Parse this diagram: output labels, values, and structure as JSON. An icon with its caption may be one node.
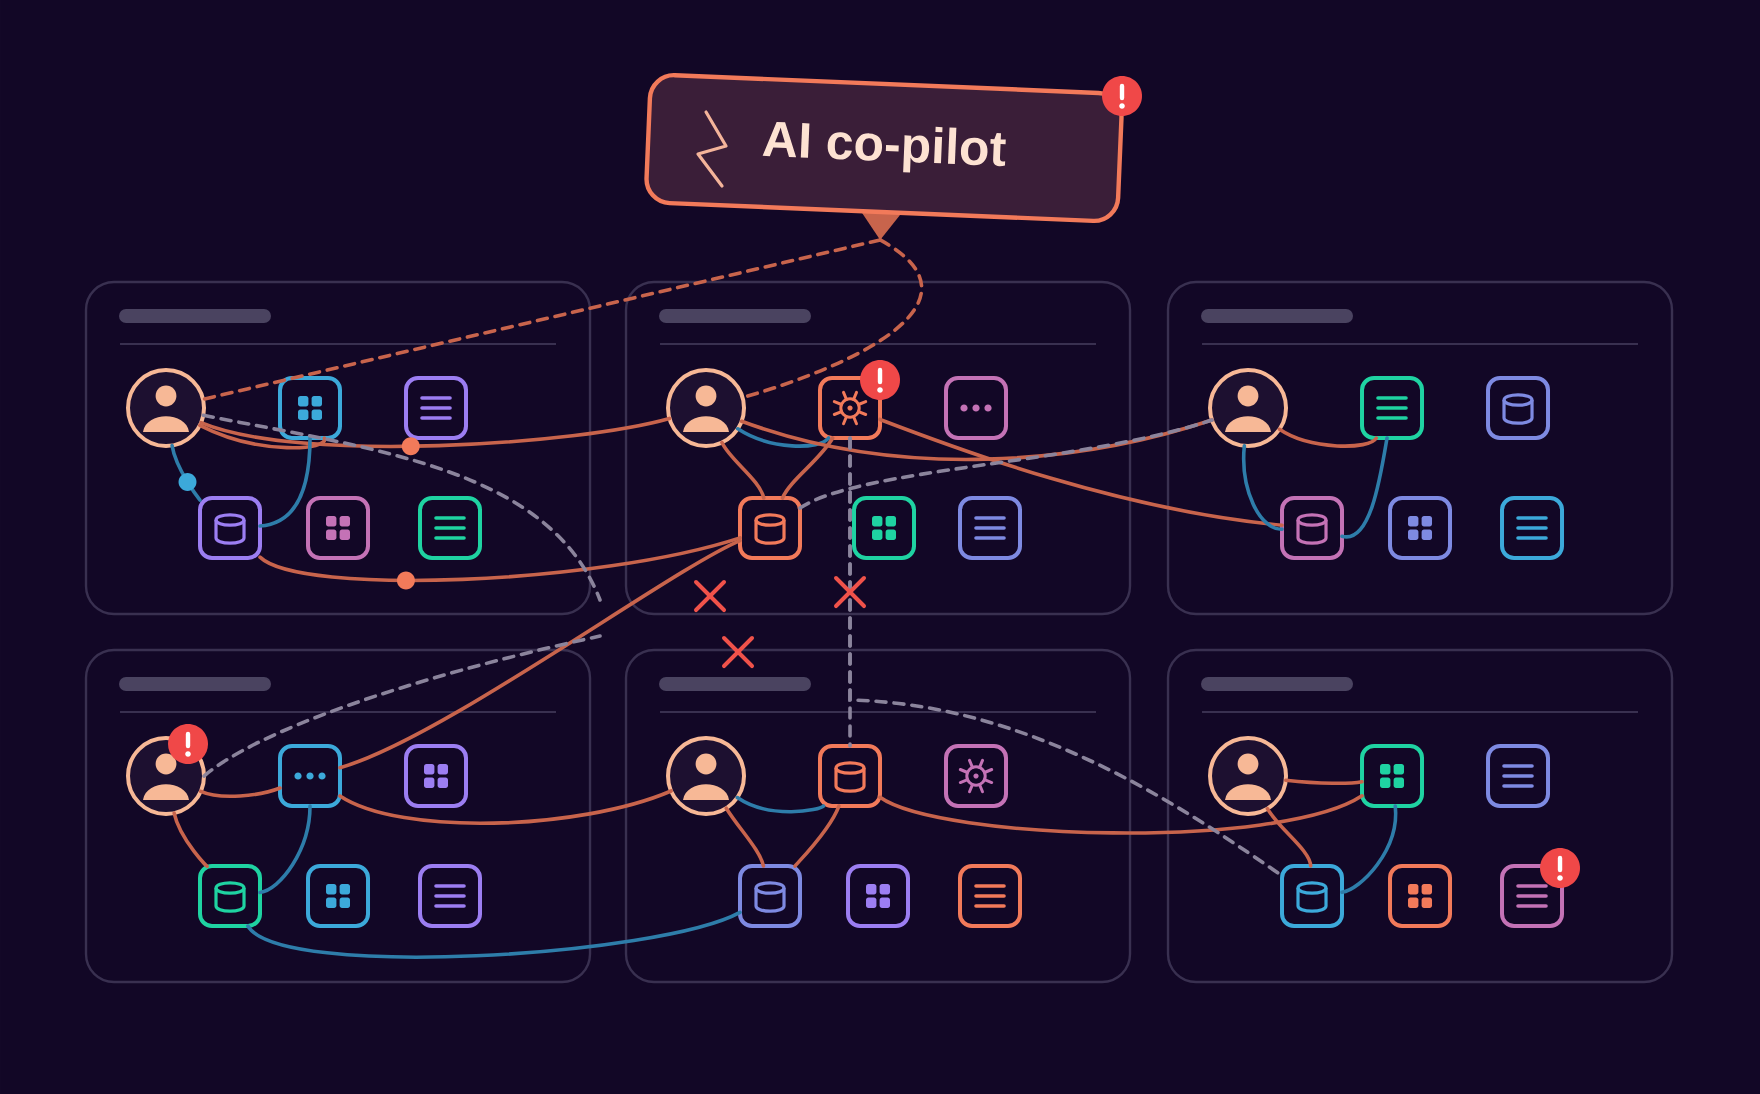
{
  "diagram": {
    "nodes": [
      {
        "text": [
          "AI co-pilot"
        ]
      },
      {
        "text": [],
        "shape": "box"
      },
      {
        "text": [],
        "shape": "person",
        "in": 1
      },
      {
        "text": [],
        "shape": "box",
        "in": 1
      },
      {
        "text": [],
        "shape": "box",
        "in": 1
      },
      {
        "text": [],
        "shape": "box",
        "in": 1
      },
      {
        "text": [],
        "shape": "box",
        "in": 1
      },
      {
        "text": [],
        "shape": "box",
        "in": 1
      },
      {
        "text": [],
        "shape": "box"
      },
      {
        "text": [],
        "shape": "person",
        "in": 8
      },
      {
        "text": [],
        "shape": "box",
        "in": 8
      },
      {
        "text": [],
        "shape": "box",
        "in": 8
      },
      {
        "text": [],
        "shape": "box",
        "in": 8
      },
      {
        "text": [],
        "shape": "box",
        "in": 8
      },
      {
        "text": [],
        "shape": "box",
        "in": 8
      },
      {
        "text": [],
        "shape": "box"
      },
      {
        "text": [],
        "shape": "person",
        "in": 15
      },
      {
        "text": [],
        "shape": "box",
        "in": 15
      },
      {
        "text": [],
        "shape": "box",
        "in": 15
      },
      {
        "text": [],
        "shape": "box",
        "in": 15
      },
      {
        "text": [],
        "shape": "box",
        "in": 15
      },
      {
        "text": [],
        "shape": "box",
        "in": 15
      },
      {
        "text": [],
        "shape": "box"
      },
      {
        "text": [],
        "shape": "person",
        "in": 22
      },
      {
        "text": [],
        "shape": "box",
        "in": 22
      },
      {
        "text": [],
        "shape": "box",
        "in": 22
      },
      {
        "text": [],
        "shape": "box",
        "in": 22
      },
      {
        "text": [],
        "shape": "box",
        "in": 22
      },
      {
        "text": [],
        "shape": "box",
        "in": 22
      },
      {
        "text": [],
        "shape": "box"
      },
      {
        "text": [],
        "shape": "person",
        "in": 29
      },
      {
        "text": [],
        "shape": "box",
        "in": 29
      },
      {
        "text": [],
        "shape": "box",
        "in": 29
      },
      {
        "text": [],
        "shape": "box",
        "in": 29
      },
      {
        "text": [],
        "shape": "box",
        "in": 29
      },
      {
        "text": [],
        "shape": "box",
        "in": 29
      },
      {
        "text": [],
        "shape": "box"
      },
      {
        "text": [],
        "shape": "person",
        "in": 36
      },
      {
        "text": [],
        "shape": "box",
        "in": 36
      },
      {
        "text": [],
        "shape": "box",
        "in": 36
      },
      {
        "text": [],
        "shape": "box",
        "in": 36
      },
      {
        "text": [],
        "shape": "box",
        "in": 36
      },
      {
        "text": [],
        "shape": "box",
        "in": 36
      }
    ],
    "edges": [
      {
        "from": 0,
        "to": 2,
        "arrow": "none",
        "style": "dashed"
      },
      {
        "from": 0,
        "to": 9,
        "arrow": "none",
        "style": "dashed"
      },
      {
        "from": 2,
        "to": 3,
        "arrow": "none"
      },
      {
        "from": 2,
        "to": 9,
        "arrow": "none"
      },
      {
        "from": 5,
        "to": 12,
        "arrow": "none"
      },
      {
        "from": 24,
        "to": 12,
        "arrow": "none"
      },
      {
        "from": 2,
        "to": 5,
        "arrow": "none",
        "color": "#2e7daa"
      },
      {
        "from": 3,
        "to": 5,
        "arrow": "none",
        "color": "#2e7daa"
      },
      {
        "from": 9,
        "to": 10,
        "arrow": "none",
        "color": "#2e7daa"
      },
      {
        "from": 9,
        "to": 12,
        "arrow": "none"
      },
      {
        "from": 10,
        "to": 12,
        "arrow": "none"
      },
      {
        "from": 9,
        "to": 16,
        "arrow": "none"
      },
      {
        "from": 10,
        "to": 19,
        "arrow": "none"
      },
      {
        "from": 16,
        "to": 17,
        "arrow": "none"
      },
      {
        "from": 16,
        "to": 19,
        "arrow": "none",
        "color": "#2e7daa"
      },
      {
        "from": 19,
        "to": 17,
        "arrow": "none",
        "color": "#2e7daa"
      },
      {
        "from": 23,
        "to": 24,
        "arrow": "none"
      },
      {
        "from": 24,
        "to": 30,
        "arrow": "none"
      },
      {
        "from": 23,
        "to": 26,
        "arrow": "none"
      },
      {
        "from": 24,
        "to": 26,
        "arrow": "none",
        "color": "#2e7daa"
      },
      {
        "from": 26,
        "to": 33,
        "arrow": "none",
        "color": "#2e7daa"
      },
      {
        "from": 30,
        "to": 31,
        "arrow": "none",
        "color": "#2e7daa"
      },
      {
        "from": 30,
        "to": 33,
        "arrow": "none"
      },
      {
        "from": 31,
        "to": 33,
        "arrow": "none"
      },
      {
        "from": 31,
        "to": 38,
        "arrow": "none"
      },
      {
        "from": 37,
        "to": 38,
        "arrow": "none"
      },
      {
        "from": 37,
        "to": 40,
        "arrow": "none"
      },
      {
        "from": 38,
        "to": 40,
        "arrow": "none",
        "color": "#2e7daa"
      },
      {
        "from": 2,
        "to": null,
        "arrow": "none",
        "style": "dashed",
        "color": "#8b849c"
      },
      {
        "from": 23,
        "to": null,
        "arrow": "none",
        "style": "dashed",
        "color": "#8b849c"
      },
      {
        "from": 10,
        "to": 31,
        "arrow": "none",
        "style": "dashed",
        "color": "#8b849c"
      },
      {
        "from": 10,
        "to": 40,
        "arrow": "none",
        "style": "dashed",
        "color": "#8b849c"
      },
      {
        "from": 12,
        "to": 16,
        "arrow": "none",
        "style": "dashed",
        "color": "#8b849c"
      }
    ]
  }
}
